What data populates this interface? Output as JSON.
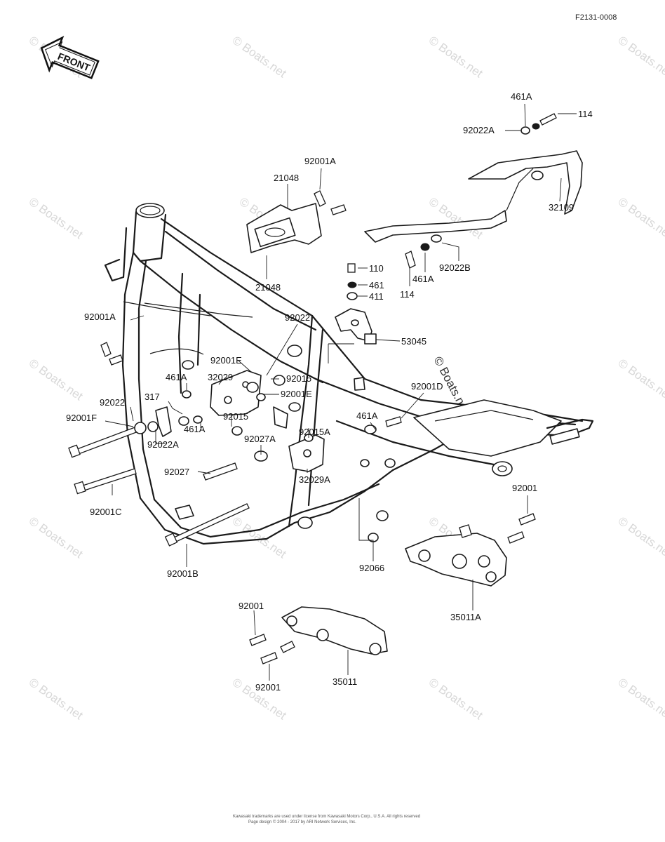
{
  "header": {
    "reference_code": "F2131-0008",
    "front_arrow_label": "FRONT"
  },
  "watermark": {
    "text": "© Boats.net"
  },
  "parts": [
    {
      "id": "p114a",
      "number": "114"
    },
    {
      "id": "p461a1",
      "number": "461A"
    },
    {
      "id": "p92022a1",
      "number": "92022A"
    },
    {
      "id": "p32109",
      "number": "32109"
    },
    {
      "id": "p92001a1",
      "number": "92001A"
    },
    {
      "id": "p21048a",
      "number": "21048"
    },
    {
      "id": "p21048b",
      "number": "21048"
    },
    {
      "id": "p110",
      "number": "110"
    },
    {
      "id": "p461",
      "number": "461"
    },
    {
      "id": "p411",
      "number": "411"
    },
    {
      "id": "p114b",
      "number": "114"
    },
    {
      "id": "p461a2",
      "number": "461A"
    },
    {
      "id": "p92022b",
      "number": "92022B"
    },
    {
      "id": "p92022",
      "number": "92022"
    },
    {
      "id": "p53045",
      "number": "53045"
    },
    {
      "id": "p92001a2",
      "number": "92001A"
    },
    {
      "id": "p92001e1",
      "number": "92001E"
    },
    {
      "id": "p32029",
      "number": "32029"
    },
    {
      "id": "p92015a",
      "number": "92015"
    },
    {
      "id": "p92001e2",
      "number": "92001E"
    },
    {
      "id": "p92001d",
      "number": "92001D"
    },
    {
      "id": "p461a3",
      "number": "461A"
    },
    {
      "id": "p461a4",
      "number": "461A"
    },
    {
      "id": "p317",
      "number": "317"
    },
    {
      "id": "p92022c",
      "number": "92022"
    },
    {
      "id": "p92001f",
      "number": "92001F"
    },
    {
      "id": "p92015b",
      "number": "92015"
    },
    {
      "id": "p461a5",
      "number": "461A"
    },
    {
      "id": "p92022a2",
      "number": "92022A"
    },
    {
      "id": "p92015a2",
      "number": "92015A"
    },
    {
      "id": "p92027a",
      "number": "92027A"
    },
    {
      "id": "p92027",
      "number": "92027"
    },
    {
      "id": "p32029a",
      "number": "32029A"
    },
    {
      "id": "p92001c",
      "number": "92001C"
    },
    {
      "id": "p92001r",
      "number": "92001"
    },
    {
      "id": "p92001b",
      "number": "92001B"
    },
    {
      "id": "p92066",
      "number": "92066"
    },
    {
      "id": "p35011a",
      "number": "35011A"
    },
    {
      "id": "p92001l1",
      "number": "92001"
    },
    {
      "id": "p35011",
      "number": "35011"
    },
    {
      "id": "p92001l2",
      "number": "92001"
    }
  ],
  "footer": {
    "line1": "Kawasaki trademarks are used under license from Kawasaki Motors Corp., U.S.A. All rights reserved",
    "line2": "Page design © 2004 - 2017 by ARI Network Services, Inc."
  }
}
